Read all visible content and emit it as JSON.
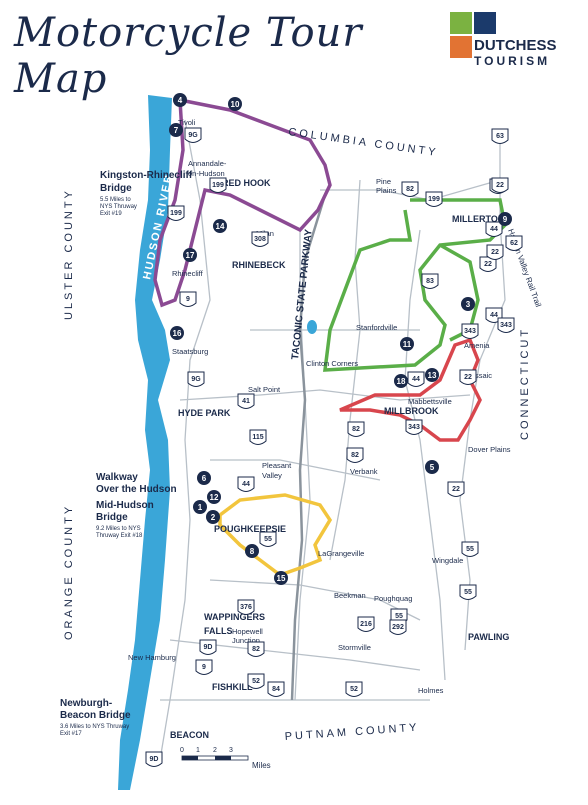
{
  "title": "Motorcycle Tour Map",
  "logo": {
    "line1": "DUTCHESS",
    "line2": "TOURISM"
  },
  "river": "HUDSON RIVER",
  "counties": {
    "columbia": "COLUMBIA COUNTY",
    "ulster": "ULSTER COUNTY",
    "orange": "ORANGE COUNTY",
    "putnam": "PUTNAM COUNTY",
    "connecticut": "CONNECTICUT"
  },
  "parkways": {
    "taconic": "TACONIC STATE PARKWAY",
    "harlem": "Harlem Valley Rail Trail"
  },
  "bridges": [
    {
      "name": "Kingston-Rhinecliff",
      "name2": "Bridge",
      "note": "5.5 Miles to",
      "note2": "NYS Thruway",
      "note3": "Exit #19"
    },
    {
      "name": "Walkway",
      "name2": "Over the Hudson"
    },
    {
      "name": "Mid-Hudson",
      "name2": "Bridge",
      "note": "9.2 Miles to NYS",
      "note2": "Thruway Exit #18"
    },
    {
      "name": "Newburgh-",
      "name2": "Beacon Bridge",
      "note": "3.6 Miles to NYS Thruway",
      "note2": "Exit #17"
    }
  ],
  "towns_major": [
    "RED HOOK",
    "RHINEBECK",
    "MILLERTON",
    "HYDE PARK",
    "MILLBROOK",
    "POUGHKEEPSIE",
    "WAPPINGERS",
    "FALLS",
    "PAWLING",
    "FISHKILL",
    "BEACON"
  ],
  "towns_minor": [
    "Tivoli",
    "Annandale-",
    "on-Hudson",
    "Milan",
    "Rhinecliff",
    "Pine",
    "Plains",
    "Stanfordville",
    "Clinton Corners",
    "Staatsburg",
    "Salt Point",
    "Amenia",
    "Wassaic",
    "Mabbettsville",
    "Pleasant",
    "Valley",
    "Verbank",
    "Dover Plains",
    "LaGrangeville",
    "Wingdale",
    "Beekman",
    "Poughquag",
    "Hopewell",
    "Junction",
    "Stormville",
    "New Hamburg",
    "Holmes"
  ],
  "route_shields": [
    "9G",
    "199",
    "199",
    "308",
    "9",
    "9G",
    "41",
    "115",
    "44",
    "82",
    "55",
    "376",
    "9D",
    "9",
    "82",
    "52",
    "84",
    "52",
    "9D",
    "199",
    "82",
    "22",
    "44",
    "62",
    "22",
    "83",
    "44",
    "343",
    "343",
    "22",
    "82",
    "343",
    "44",
    "22",
    "55",
    "55",
    "216",
    "55",
    "292",
    "22",
    "63",
    "22"
  ],
  "stops": [
    "1",
    "2",
    "3",
    "4",
    "5",
    "6",
    "7",
    "8",
    "9",
    "10",
    "11",
    "12",
    "13",
    "14",
    "15",
    "16",
    "17",
    "18"
  ],
  "scale": {
    "ticks": [
      "0",
      "1",
      "2",
      "3"
    ],
    "unit": "Miles"
  },
  "colors": {
    "water": "#3aa6d8",
    "purple_route": "#8b4a93",
    "green_route": "#5aae48",
    "red_route": "#d8464d",
    "yellow_route": "#f2c53d",
    "roads": "#b8c0c8",
    "marker": "#1b2a4a"
  }
}
